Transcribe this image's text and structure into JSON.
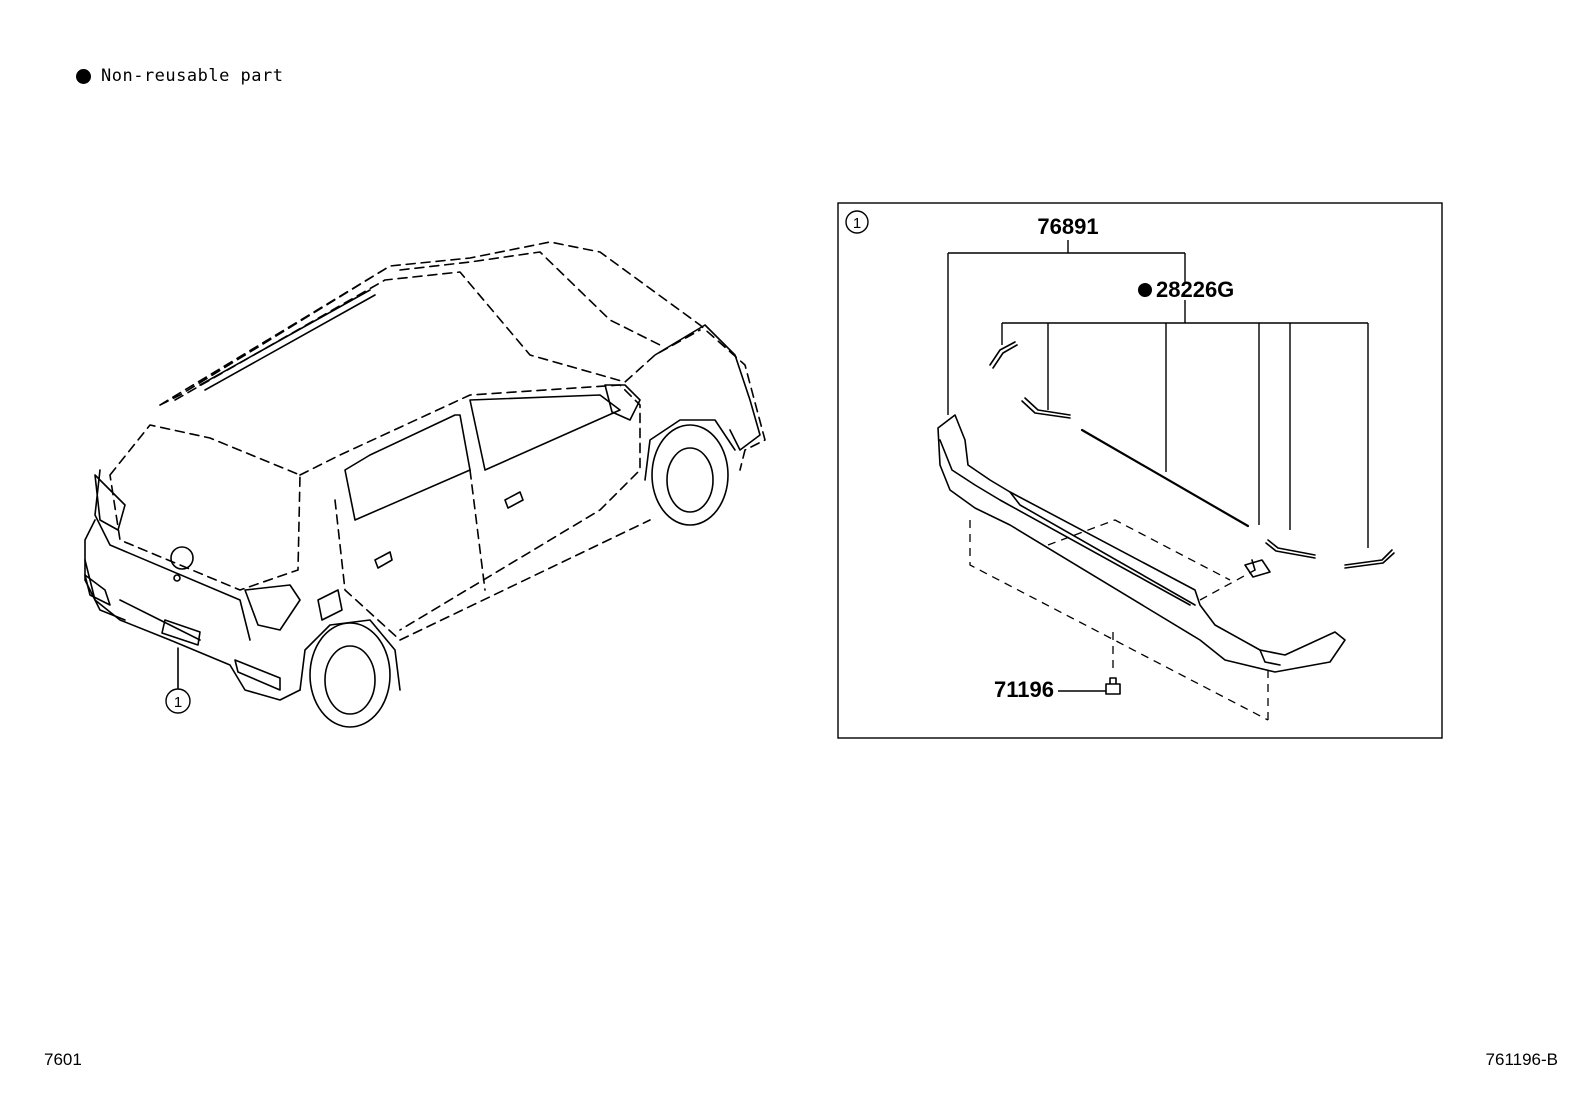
{
  "legend": {
    "text": "Non-reusable part"
  },
  "callout": {
    "ref": "1"
  },
  "parts": {
    "p76891": "76891",
    "p28226g": "28226G",
    "p71196": "71196"
  },
  "footer": {
    "left": "7601",
    "right": "761196-B"
  }
}
